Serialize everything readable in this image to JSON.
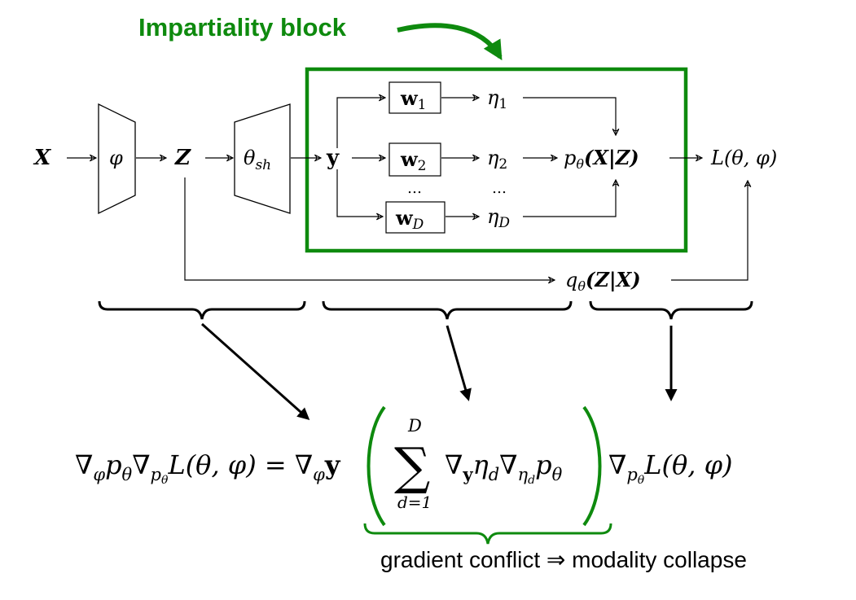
{
  "title": "Impartiality block",
  "accent_color": "#0e8a0e",
  "nodes": {
    "X": "X",
    "phi": "φ",
    "Z": "Z",
    "theta": "θ",
    "theta_sub": "sh",
    "y": "y",
    "w_letter": "w",
    "w1_sub": "1",
    "w2_sub": "2",
    "wD_sub": "D",
    "eta": "η",
    "eta1_sub": "1",
    "eta2_sub": "2",
    "etaD_sub": "D",
    "dots": "…",
    "p": "p",
    "theta_sym": "θ",
    "pXZ": "(X|Z)",
    "L": "L(θ, φ)",
    "q": "q",
    "qZX": "(Z|X)"
  },
  "equation": {
    "nabla": "∇",
    "lhs_rest": "L(θ, φ) = ",
    "sum": "∑",
    "sum_top": "D",
    "sum_bottom": "d=1",
    "rhs_tail": "L(θ, φ)",
    "phi": "φ",
    "p": "p",
    "theta": "θ",
    "y": "y",
    "eta": "η",
    "d": "d"
  },
  "caption": "gradient conflict ⇒ modality collapse"
}
